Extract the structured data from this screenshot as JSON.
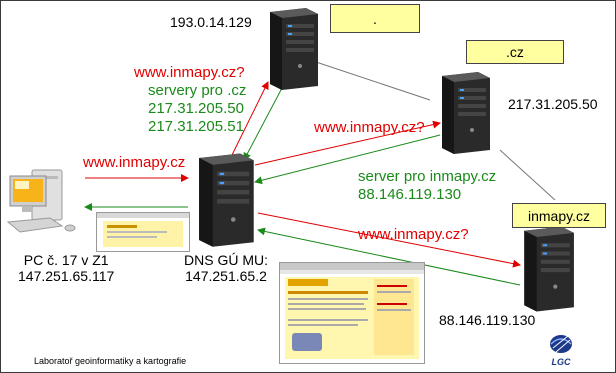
{
  "servers": {
    "root": {
      "ip": "193.0.14.129",
      "zone": "."
    },
    "cz": {
      "ip": "217.31.205.50",
      "zone": ".cz"
    },
    "inmapy": {
      "ip": "88.146.119.130",
      "zone": "inmapy.cz"
    },
    "dns": {
      "label": "DNS GÚ MU:",
      "ip": "147.251.65.2"
    }
  },
  "pc": {
    "label": "PC č. 17 v Z1",
    "ip": "147.251.65.117"
  },
  "messages": {
    "query_root": "www.inmapy.cz?",
    "answer_root_title": "servery pro .cz",
    "answer_root_ip1": "217.31.205.50",
    "answer_root_ip2": "217.31.205.51",
    "query_pc": "www.inmapy.cz",
    "query_cz": "www.inmapy.cz?",
    "answer_cz_title": "server pro inmapy.cz",
    "answer_cz_ip": "88.146.119.130",
    "query_inmapy": "www.inmapy.cz?"
  },
  "footer": "Laboratoř geoinformatiky a kartografie",
  "logo": "LGC",
  "colors": {
    "query": "#e00000",
    "answer": "#1a8a1a",
    "zone_box": "#ffffa0"
  }
}
